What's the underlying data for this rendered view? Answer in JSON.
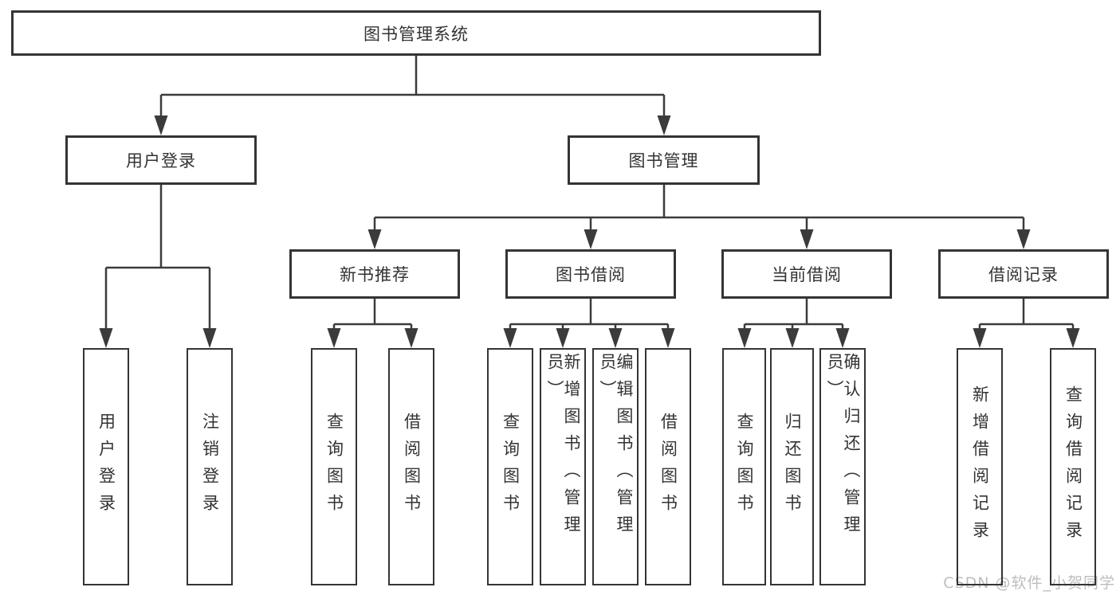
{
  "tree": {
    "root": {
      "label": "图书管理系统"
    },
    "branches": [
      {
        "label": "用户登录",
        "leaves": [
          {
            "label": "用户登录"
          },
          {
            "label": "注销登录"
          }
        ]
      },
      {
        "label": "图书管理",
        "groups": [
          {
            "label": "新书推荐",
            "leaves": [
              {
                "label": "查询图书"
              },
              {
                "label": "借阅图书"
              }
            ]
          },
          {
            "label": "图书借阅",
            "leaves": [
              {
                "label": "查询图书"
              },
              {
                "label": "新增图书（管理员）"
              },
              {
                "label": "编辑图书（管理员）"
              },
              {
                "label": "借阅图书"
              }
            ]
          },
          {
            "label": "当前借阅",
            "leaves": [
              {
                "label": "查询图书"
              },
              {
                "label": "归还图书"
              },
              {
                "label": "确认归还（管理员）"
              }
            ]
          },
          {
            "label": "借阅记录",
            "leaves": [
              {
                "label": "新增借阅记录"
              },
              {
                "label": "查询借阅记录"
              }
            ]
          }
        ]
      }
    ]
  },
  "watermark": {
    "text": "CSDN @软件_小贺同学"
  },
  "colors": {
    "line": "#3b3b3b",
    "box_border": "#343434",
    "text": "#333333",
    "watermark": "#bdbdbd",
    "background": "#ffffff"
  }
}
